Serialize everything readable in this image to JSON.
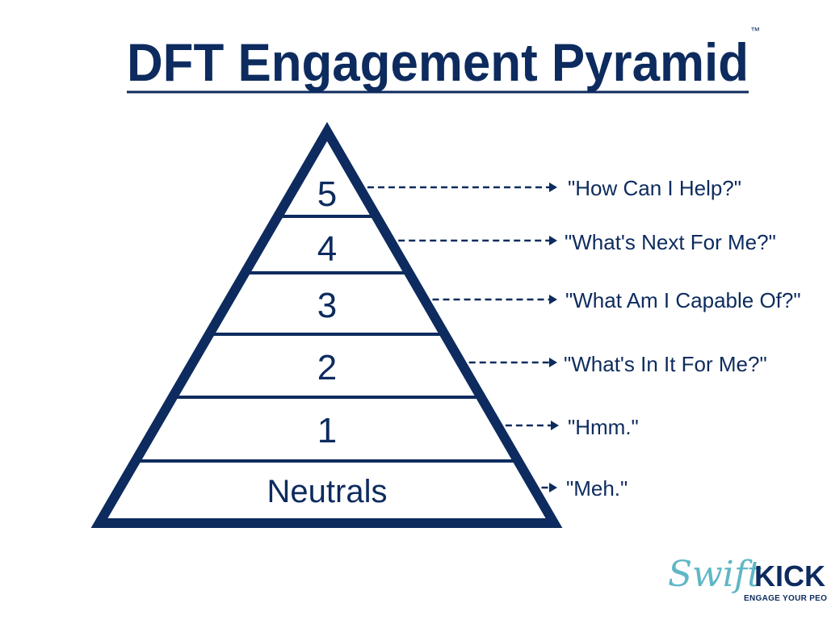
{
  "title": "DFT Engagement Pyramid",
  "trademark": "™",
  "colors": {
    "navy": "#0d2b5e",
    "teal": "#5fb7c6",
    "background": "#ffffff"
  },
  "levels": [
    {
      "label": "5",
      "quote": "\"How Can I Help?\""
    },
    {
      "label": "4",
      "quote": "\"What's Next For Me?\""
    },
    {
      "label": "3",
      "quote": "\"What Am I Capable Of?\""
    },
    {
      "label": "2",
      "quote": "\"What's In It For Me?\""
    },
    {
      "label": "1",
      "quote": "\"Hmm.\""
    },
    {
      "label": "Neutrals",
      "quote": "\"Meh.\""
    }
  ],
  "logo": {
    "script": "Swift",
    "bold": "KICK",
    "tagline": "ENGAGE YOUR PEOPLE"
  }
}
